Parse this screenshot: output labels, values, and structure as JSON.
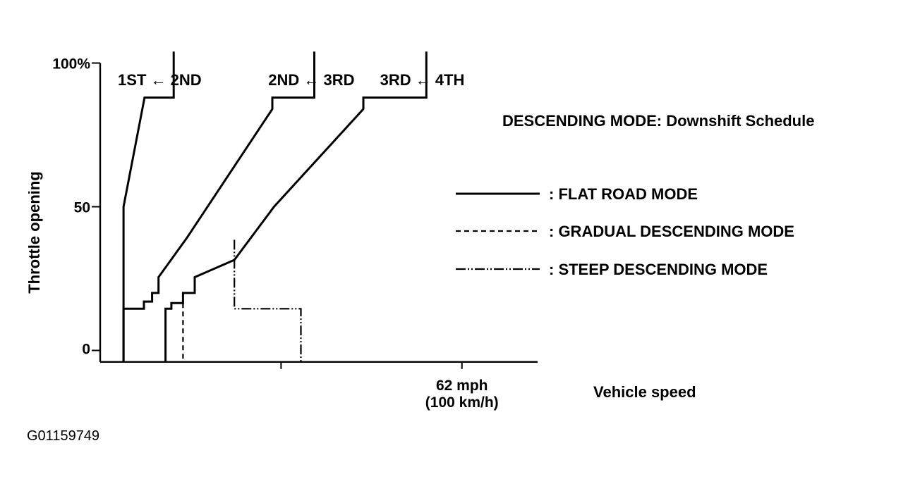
{
  "chart_data": {
    "type": "line",
    "title": "DESCENDING MODE: Downshift Schedule",
    "xlabel": "Vehicle speed",
    "ylabel": "Throttle opening",
    "xlim": [
      0,
      75
    ],
    "ylim": [
      -4,
      100
    ],
    "y_ticks": [
      {
        "value": 100,
        "label": "100%"
      },
      {
        "value": 50,
        "label": "50"
      },
      {
        "value": 0,
        "label": "0"
      }
    ],
    "x_ticks": [
      {
        "value": 31,
        "label": ""
      },
      {
        "value": 62,
        "label": "62 mph\n(100 km/h)"
      }
    ],
    "shift_labels": [
      {
        "text": "1ST ← 2ND",
        "x": 10.2
      },
      {
        "text": "2ND ← 3RD",
        "x": 36.2
      },
      {
        "text": "3RD ← 4TH",
        "x": 55.2
      }
    ],
    "legend": {
      "position": "right",
      "entries": [
        {
          "label": ": FLAT ROAD MODE",
          "style": "solid"
        },
        {
          "label": ": GRADUAL DESCENDING MODE",
          "style": "dashed"
        },
        {
          "label": ": STEEP DESCENDING MODE",
          "style": "dash-dot-dot"
        }
      ]
    },
    "series": [
      {
        "style": "solid",
        "points": [
          [
            12.6,
            104
          ],
          [
            12.6,
            88
          ],
          [
            7.6,
            88
          ],
          [
            4,
            50
          ],
          [
            4,
            -4
          ]
        ]
      },
      {
        "style": "solid",
        "points": [
          [
            4,
            -4
          ],
          [
            4,
            14.5
          ],
          [
            7.5,
            14.5
          ],
          [
            7.5,
            17
          ],
          [
            8.9,
            17
          ],
          [
            8.9,
            20
          ],
          [
            10,
            20
          ],
          [
            10,
            25.5
          ],
          [
            14.8,
            39
          ],
          [
            29.5,
            84
          ],
          [
            29.5,
            88
          ],
          [
            36.7,
            88
          ],
          [
            36.7,
            104
          ]
        ]
      },
      {
        "style": "solid",
        "points": [
          [
            11.2,
            -4
          ],
          [
            11.2,
            14.5
          ],
          [
            12.2,
            14.5
          ],
          [
            12.2,
            16.5
          ],
          [
            14.2,
            16.5
          ],
          [
            14.2,
            20
          ],
          [
            16.2,
            20
          ],
          [
            16.2,
            25.5
          ],
          [
            23,
            31.5
          ],
          [
            29.8,
            50
          ],
          [
            45.1,
            84
          ],
          [
            45.1,
            88
          ],
          [
            55.9,
            88
          ],
          [
            55.9,
            104
          ]
        ]
      },
      {
        "style": "dashed",
        "points": [
          [
            14.2,
            16.5
          ],
          [
            14.2,
            -4
          ]
        ]
      },
      {
        "style": "dash-dot-dot",
        "points": [
          [
            23,
            38.5
          ],
          [
            23,
            14.5
          ],
          [
            34.4,
            14.5
          ],
          [
            34.4,
            -4
          ]
        ]
      }
    ]
  },
  "figure_id": "G01159749"
}
